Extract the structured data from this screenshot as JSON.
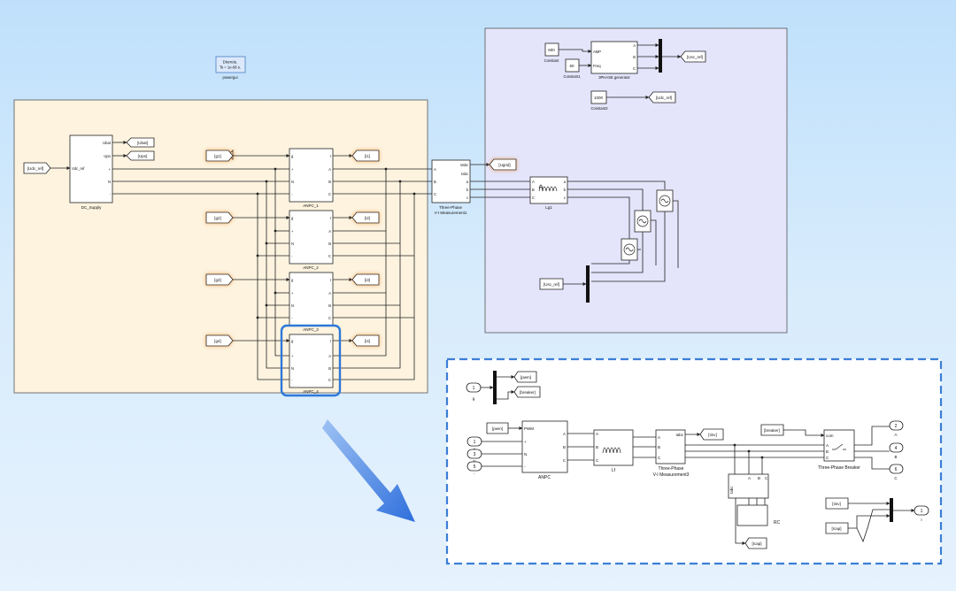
{
  "powergui": {
    "line1": "Discrete,",
    "line2": "Ts = 1e-06 s.",
    "name": "powergui"
  },
  "dc_supply": {
    "in_label": "Vdc_ref",
    "out_ubat": "Ubat",
    "out_upn": "Upn",
    "port_p": "+",
    "port_n": "N",
    "port_m": "-",
    "name": "DC_Supply"
  },
  "goto_ubat": "[Ubat]",
  "goto_upn": "[Upn]",
  "from_udc_ref_left": "[Udc_ref]",
  "anpc_blocks": [
    {
      "name": "ANPC_1",
      "gate": "[g1]",
      "current": "[i1]"
    },
    {
      "name": "ANPC_2",
      "gate": "[g2]",
      "current": "[i2]"
    },
    {
      "name": "ANPC_3",
      "gate": "[g3]",
      "current": "[i3]"
    },
    {
      "name": "ANPC_4",
      "gate": "[g4]",
      "current": "[i4]"
    }
  ],
  "anpc_ports": {
    "g": "g",
    "p": "+",
    "n": "N",
    "m": "-",
    "i": "I",
    "a": "A",
    "b": "B",
    "c": "C"
  },
  "vi_meas1": {
    "name_line1": "Three-Phase",
    "name_line2": "V-I Measurement1",
    "vabc": "Vabc",
    "iabc": "Iabc",
    "a_out": "a",
    "b_out": "b",
    "c_out": "c",
    "a_in": "A",
    "b_in": "B",
    "c_in": "C"
  },
  "goto_ugrid": "[Ugrid]",
  "lg1": {
    "name": "Lg1",
    "a_in": "A",
    "b_in": "B",
    "c_in": "C",
    "a_out": "a",
    "b_out": "b",
    "c_out": "c"
  },
  "grid_panel": {
    "const600": "600",
    "const600_name": "Constant",
    "const50": "50",
    "const50_name": "Constant1",
    "const1000": "1000",
    "const1000_name": "Constant2",
    "gen_name": "3PHASE generator",
    "gen_amp": "AMP",
    "gen_freq": "Freq",
    "gen_a": "A",
    "gen_b": "B",
    "gen_c": "C",
    "goto_usc_ref": "[Usc_ref]",
    "goto_udc_ref": "[Udc_ref]",
    "from_usc_ref": "[Usc_ref]"
  },
  "subsystem": {
    "in1_num": "1",
    "in1_name": "g",
    "goto_pwm": "[pwm]",
    "goto_breaker": "[breaker]",
    "from_pwm": "[pwm]",
    "in_p_num": "1",
    "in_n_num": "3",
    "in_m_num": "5",
    "port_p": "+",
    "port_n": "N",
    "port_m": "-",
    "anpc_name": "ANPC",
    "anpc_pwm": "PWM",
    "anpc_p": "+",
    "anpc_n": "N",
    "anpc_m": "-",
    "anpc_a": "A",
    "anpc_b": "B",
    "anpc_c": "C",
    "lf_name": "Lf",
    "vi3_name_line1": "Three-Phase",
    "vi3_name_line2": "V-I Measurement3",
    "vi3_iabc": "Iabc",
    "goto_iinv": "[Iinv]",
    "from_breaker": "[breaker]",
    "breaker_name": "Three-Phase Breaker",
    "breaker_com": "com",
    "out_a_num": "2",
    "out_a_name": "A",
    "out_b_num": "4",
    "out_b_name": "B",
    "out_c_num": "6",
    "out_c_name": "C",
    "rc_name": "RC",
    "rc_iabc": "Iabc",
    "goto_icap": "[Icap]",
    "from_iinv": "[Iinv]",
    "from_icap": "[Icap]",
    "out_i_num": "1",
    "out_i_name": "I"
  }
}
